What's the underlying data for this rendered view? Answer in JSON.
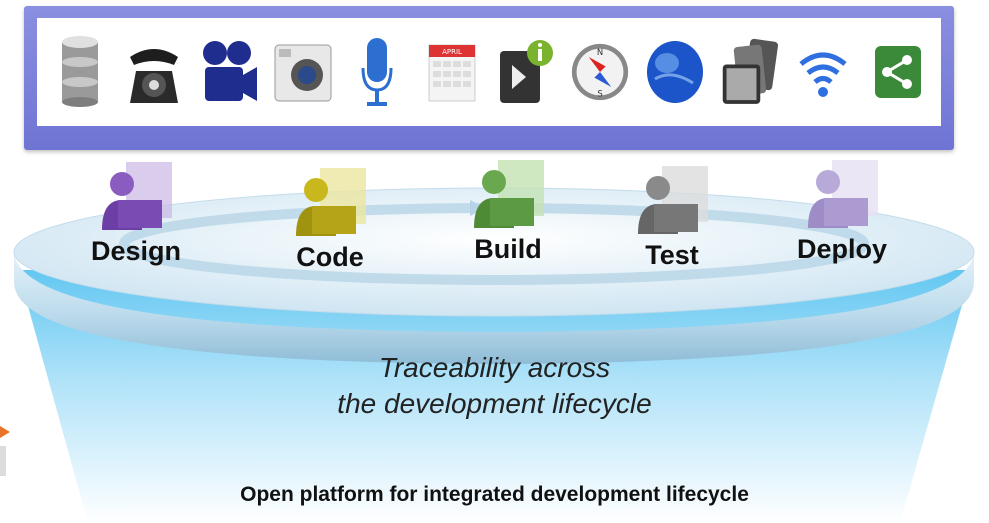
{
  "icons": [
    {
      "name": "database-icon"
    },
    {
      "name": "telephone-icon"
    },
    {
      "name": "video-camera-icon"
    },
    {
      "name": "photo-camera-icon"
    },
    {
      "name": "microphone-icon"
    },
    {
      "name": "calendar-icon",
      "text": "APRIL"
    },
    {
      "name": "info-arrow-icon"
    },
    {
      "name": "compass-icon",
      "text": [
        "N",
        "S"
      ]
    },
    {
      "name": "globe-icon"
    },
    {
      "name": "mobile-devices-icon"
    },
    {
      "name": "wifi-icon"
    },
    {
      "name": "share-icon"
    }
  ],
  "stages": [
    {
      "label": "Design",
      "color": "#8a5cc0"
    },
    {
      "label": "Code",
      "color": "#c8b81e"
    },
    {
      "label": "Build",
      "color": "#6aa84f"
    },
    {
      "label": "Test",
      "color": "#8a8a8a"
    },
    {
      "label": "Deploy",
      "color": "#b8aad8"
    }
  ],
  "tagline": {
    "line1": "Traceability across",
    "line2": "the development lifecycle"
  },
  "footer": "Open platform for integrated development lifecycle",
  "colors": {
    "bar_border": "#7b80d8",
    "platform_top": "#d9eef9",
    "funnel_blue": "#7fd0f4"
  }
}
